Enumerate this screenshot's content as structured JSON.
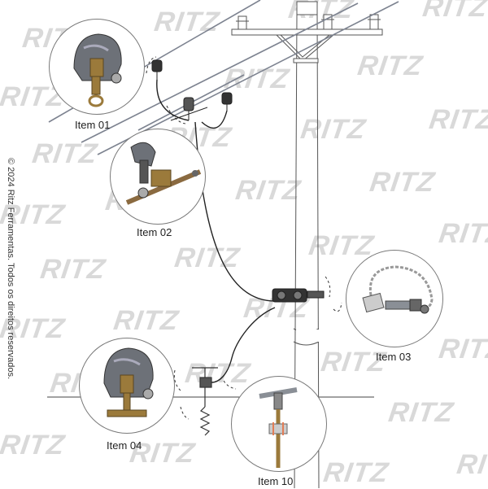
{
  "brand": {
    "watermark": "RITZ"
  },
  "copyright": "© 2024 Ritz Ferramentas. Todos os direitos reservados.",
  "items": [
    {
      "id": "item-01",
      "label": "Item 01",
      "icon": "clamp-with-ring-icon"
    },
    {
      "id": "item-02",
      "label": "Item 02",
      "icon": "clamp-with-bar-icon"
    },
    {
      "id": "item-03",
      "label": "Item 03",
      "icon": "chain-tensioner-icon"
    },
    {
      "id": "item-04",
      "label": "Item 04",
      "icon": "clamp-with-t-handle-icon"
    },
    {
      "id": "item-10",
      "label": "Item 10",
      "icon": "ground-rod-icon"
    }
  ],
  "colors": {
    "line": "#555555",
    "cable": "#222222",
    "metal": "#8a8f96",
    "bronze": "#9b7a3b",
    "watermark": "#d9d9d9"
  }
}
